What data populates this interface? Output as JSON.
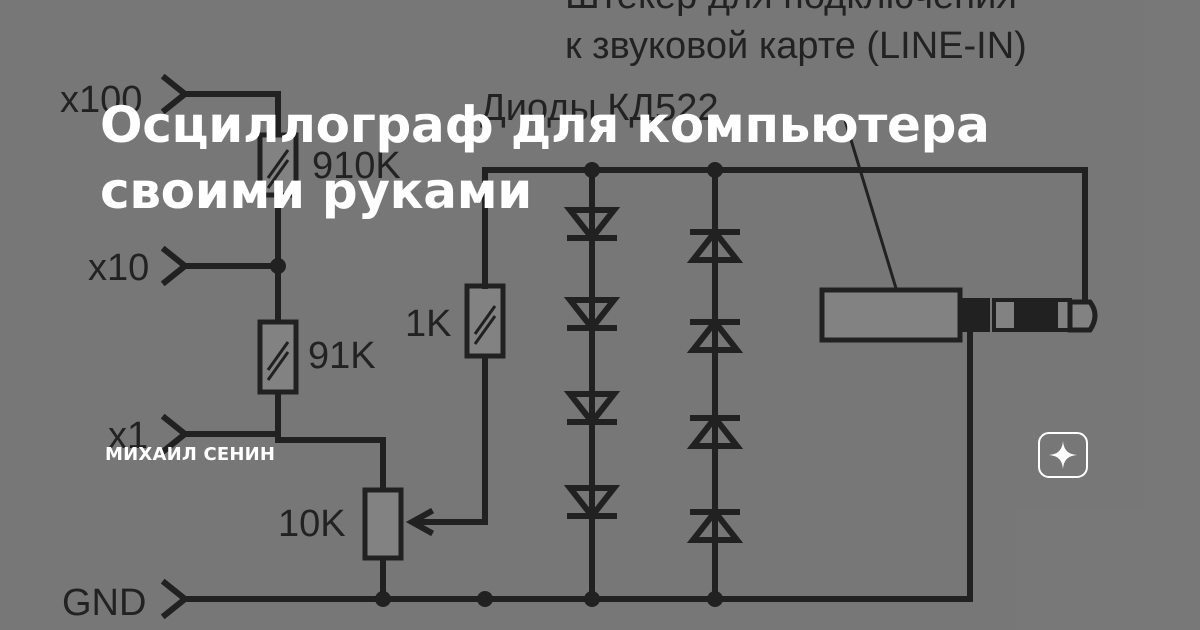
{
  "card": {
    "title_line1": "Осциллограф для компьютера",
    "title_line2": "своими руками",
    "author": "МИХАИЛ СЕНИН",
    "logo_icon": "sparkle-icon"
  },
  "schematic": {
    "caption_line1": "Штекер для подключения",
    "caption_line2": "к звуковой карте (LINE-IN)",
    "diode_caption": "Диоды КД522",
    "input_x100": "x100",
    "input_x10": "x10",
    "input_x1": "x1",
    "ground": "GND",
    "r1": "910K",
    "r2": "91K",
    "r3": "1K",
    "pot": "10K"
  },
  "colors": {
    "background": "#8b8b8b",
    "ink": "#141414",
    "title_text": "#ffffff"
  }
}
